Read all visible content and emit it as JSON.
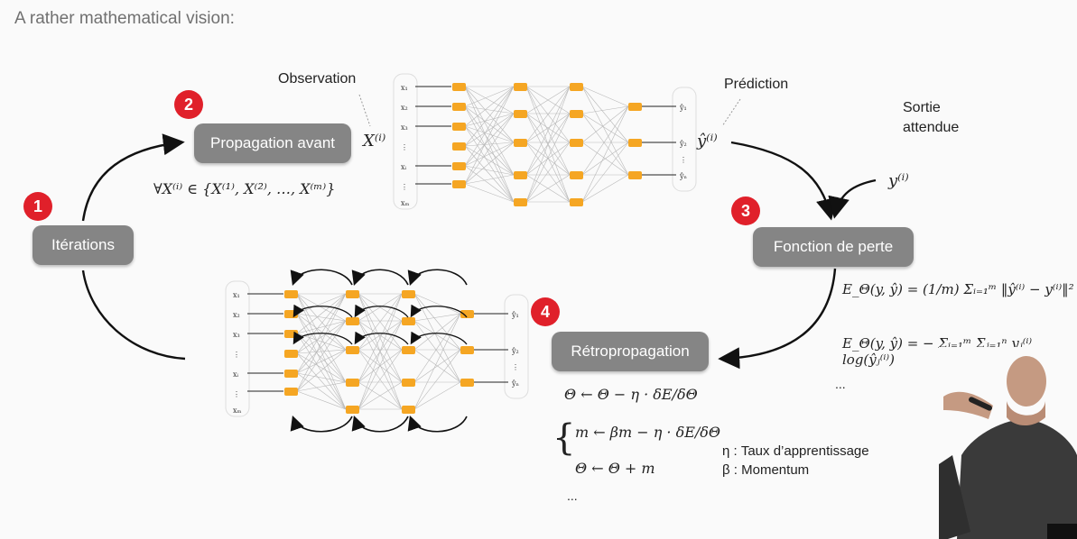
{
  "slide": {
    "title": "A rather mathematical vision:"
  },
  "steps": [
    {
      "number": "1",
      "label": "Itérations"
    },
    {
      "number": "2",
      "label": "Propagation avant"
    },
    {
      "number": "3",
      "label": "Fonction de perte"
    },
    {
      "number": "4",
      "label": "Rétropropagation"
    }
  ],
  "labels": {
    "observation": "Observation",
    "prediction": "Prédiction",
    "sortie": "Sortie\nattendue"
  },
  "math": {
    "x_i": "X⁽ⁱ⁾",
    "y_hat_i": "ŷ⁽ⁱ⁾",
    "y_i": "y⁽ⁱ⁾",
    "forall": "∀X⁽ⁱ⁾ ∈ {X⁽¹⁾, X⁽²⁾, …, X⁽ᵐ⁾}",
    "loss_mse": "E_Θ(y, ŷ) = (1/m) Σᵢ₌₁ᵐ ‖ŷ⁽ⁱ⁾ − y⁽ⁱ⁾‖²",
    "loss_ce": "E_Θ(y, ŷ) = − Σᵢ₌₁ᵐ Σⱼ₌₁ⁿ yⱼ⁽ⁱ⁾ log(ŷⱼ⁽ⁱ⁾)",
    "loss_more": "...",
    "update_sgd": "Θ ← Θ − η · δE/δΘ",
    "update_m": "m ← βm − η · δE/δΘ",
    "update_theta": "Θ ← Θ + m",
    "update_more": "..."
  },
  "legend": {
    "eta": "η : Taux d’apprentissage",
    "beta": "β : Momentum"
  },
  "network_inputs": [
    "x₁",
    "x₂",
    "x₃",
    "⋮",
    "xᵢ",
    "⋮",
    "xₘ"
  ],
  "network_outputs": [
    "ŷ₁",
    "ŷ₂",
    "⋮",
    "ŷₙ"
  ],
  "colors": {
    "node": "#f5a623",
    "step_badge": "#e0202a",
    "pill": "#858585"
  }
}
